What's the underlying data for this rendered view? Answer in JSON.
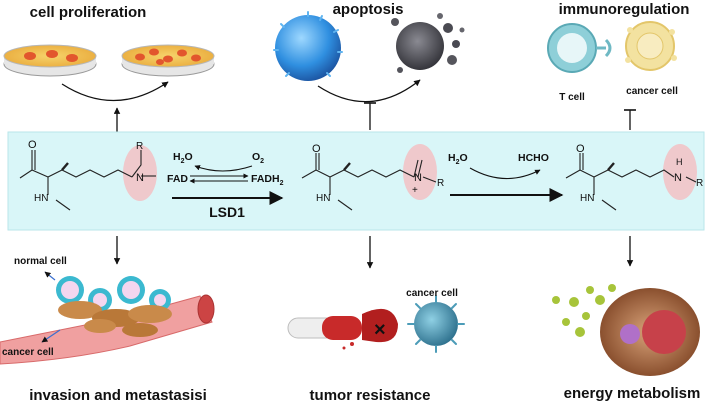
{
  "labels": {
    "cell_proliferation": "cell proliferation",
    "apoptosis": "apoptosis",
    "immunoregulation": "immunoregulation",
    "t_cell": "T cell",
    "cancer_cell_top": "cancer cell",
    "invasion": "invasion and metastasisi",
    "tumor_resistance": "tumor resistance",
    "energy_metabolism": "energy metabolism",
    "normal_cell": "normal cell",
    "cancer_cell_left": "cancer cell",
    "cancer_cell_mid": "cancer cell"
  },
  "reaction": {
    "enzyme": "LSD1",
    "fad": "FAD",
    "fadh2": "FADH",
    "fadh2_sub": "2",
    "h2o2": "H",
    "h2o2_sub": "2",
    "h2o2_o": "O",
    "o2": "O",
    "o2_sub": "2",
    "h2o": "H",
    "h2o_sub": "2",
    "h2o_o": "O",
    "hcho": "HCHO"
  },
  "structure_atoms": {
    "o": "O",
    "hn": "HN",
    "n": "N",
    "r": "R",
    "h": "H",
    "plus": "+"
  },
  "colors": {
    "band": "#d9f6f8",
    "band_border": "#b9e6ea",
    "pink_oval": "#efc9cc",
    "enzyme_text": "#c0161c",
    "oxygen": "#d0202a",
    "nitrogen": "#3a52a8"
  }
}
